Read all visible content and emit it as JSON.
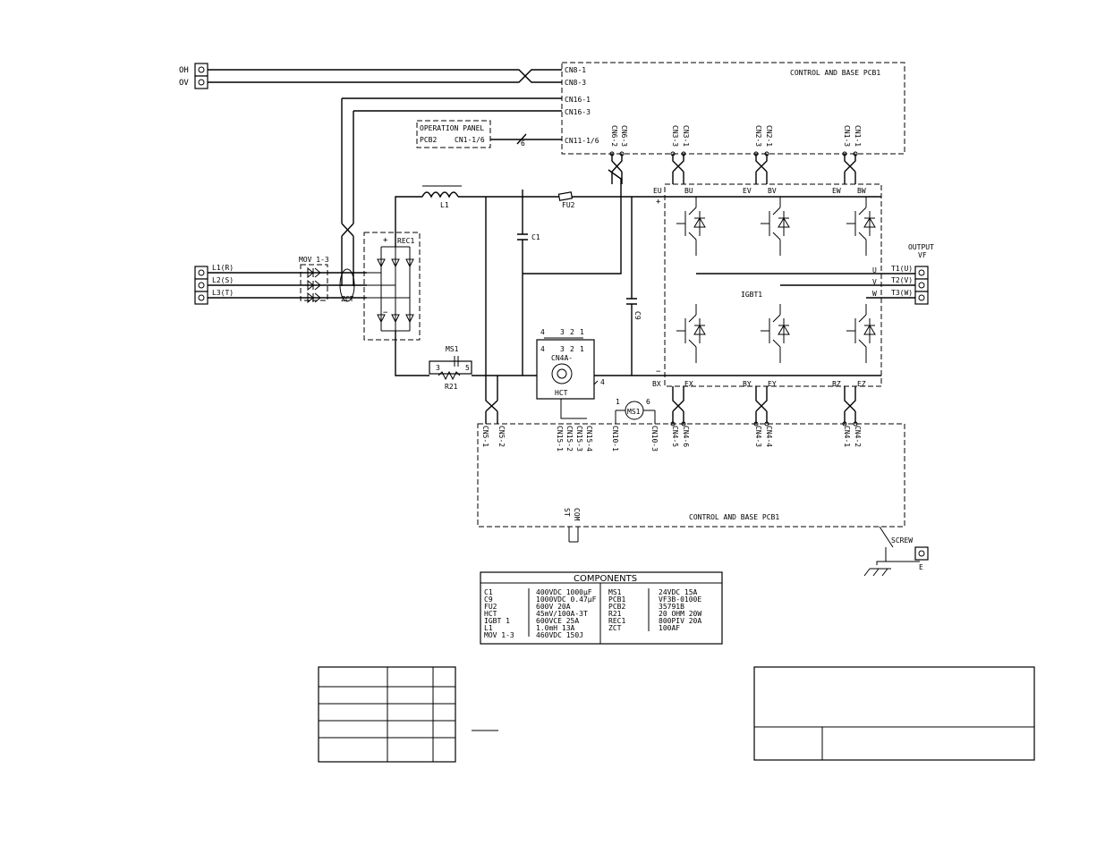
{
  "signals": {
    "oh": "OH",
    "ov": "OV"
  },
  "pcb_top": {
    "title": "CONTROL AND BASE PCB1",
    "cn8_1": "CN8-1",
    "cn8_3": "CN8-3",
    "cn16_1": "CN16-1",
    "cn16_3": "CN16-3",
    "cn11": "CN11-1/6",
    "cn6_2": "CN6-2",
    "cn6_3": "CN6-3",
    "cn3_3": "CN3-3",
    "cn3_1": "CN3-1",
    "cn2_3": "CN2-3",
    "cn2_1": "CN2-1",
    "cn1_3": "CN1-3",
    "cn1_1": "CN1-1"
  },
  "operation_panel": {
    "title": "OPERATION PANEL",
    "pcb": "PCB2",
    "cn": "CN1-1/6",
    "count": "6"
  },
  "input": {
    "l1": "L1(R)",
    "l2": "L2(S)",
    "l3": "L3(T)",
    "mov": "MOV 1-3",
    "zct": "ZCT",
    "rec": "REC1",
    "plus": "+",
    "minus": "−"
  },
  "dc_bus": {
    "l1": "L1",
    "c1": "C1",
    "c9": "C9",
    "fu2": "FU2",
    "ms1": "MS1",
    "r21": "R21",
    "ms1_p3": "3",
    "ms1_p5": "5"
  },
  "hct": {
    "name": "HCT",
    "cn4a": "CN4A-",
    "pins_top": [
      "4",
      "3",
      "2",
      "1"
    ],
    "pins_bot": [
      "4",
      "3",
      "2",
      "1"
    ],
    "lead": "4"
  },
  "igbt": {
    "name": "IGBT1",
    "top_labels": [
      "EU",
      "BU",
      "EV",
      "BV",
      "EW",
      "BW"
    ],
    "bot_labels": [
      "BX",
      "EX",
      "BY",
      "EY",
      "BZ",
      "EZ"
    ],
    "plus": "+",
    "minus": "−",
    "u": "U",
    "v": "V",
    "w": "W"
  },
  "output": {
    "title": "OUTPUT",
    "sub": "VF",
    "t1": "T1(U)",
    "t2": "T2(V)",
    "t3": "T3(W)"
  },
  "pcb_bottom": {
    "title": "CONTROL AND BASE PCB1",
    "cn5_1": "CN5-1",
    "cn5_2": "CN5-2",
    "cn15_1": "CN15-1",
    "cn15_2": "CN15-2",
    "cn15_3": "CN15-3",
    "cn15_4": "CN15-4",
    "cn10_1": "CN10-1",
    "cn10_3": "CN10-3",
    "cn4_5": "CN4-5",
    "cn4_6": "CN4-6",
    "cn4_3": "CN4-3",
    "cn4_4": "CN4-4",
    "cn4_1": "CN4-1",
    "cn4_2": "CN4-2",
    "st": "ST",
    "com": "COM"
  },
  "fan": {
    "name": "MS1",
    "p1": "1",
    "p6": "6"
  },
  "ground": {
    "screw": "SCREW",
    "e": "E"
  },
  "components": {
    "title": "COMPONENTS",
    "left": [
      [
        "C1",
        "400VDC 1000µF"
      ],
      [
        "C9",
        "1000VDC 0.47µF"
      ],
      [
        "FU2",
        "600V 20A"
      ],
      [
        "HCT",
        "45mV/100A-3T"
      ],
      [
        "IGBT 1",
        "600VCE 25A"
      ],
      [
        "L1",
        "1.0mH 13A"
      ],
      [
        "MOV 1-3",
        "460VDC 150J"
      ]
    ],
    "right": [
      [
        "MS1",
        "24VDC 15A"
      ],
      [
        "PCB1",
        "VF3B-0100E"
      ],
      [
        "PCB2",
        "35791B"
      ],
      [
        "R21",
        "20 OHM 20W"
      ],
      [
        "REC1",
        "800PIV 20A"
      ],
      [
        "ZCT",
        "100AF"
      ]
    ]
  }
}
